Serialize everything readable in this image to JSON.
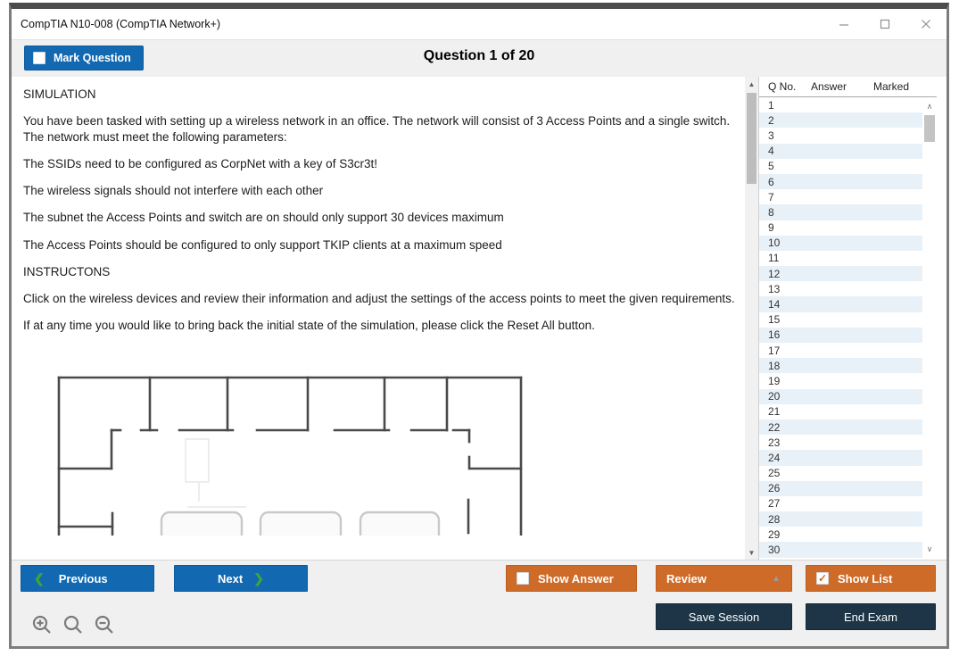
{
  "window": {
    "title": "CompTIA N10-008 (CompTIA Network+)",
    "controls": {
      "minimize": "–",
      "maximize": "▢",
      "close": "✕"
    }
  },
  "header": {
    "mark_question_label": "Mark Question",
    "mark_question_checked": false,
    "question_counter": "Question 1 of 20"
  },
  "question": {
    "paragraphs": [
      "SIMULATION",
      "You have been tasked with setting up a wireless network in an office. The network will consist of 3 Access Points and a single switch. The network must meet the following parameters:",
      "The SSIDs need to be configured as CorpNet with a key of S3cr3t!",
      "The wireless signals should not interfere with each other",
      "The subnet the Access Points and switch are on should only support 30 devices maximum",
      "The Access Points should be configured to only support TKIP clients at a maximum speed",
      "INSTRUCTONS",
      "Click on the wireless devices and review their information and adjust the settings of the access points to meet the given requirements.",
      "If at any time you would like to bring back the initial state of the simulation, please click the Reset All button."
    ]
  },
  "question_list": {
    "columns": {
      "q_no": "Q No.",
      "answer": "Answer",
      "marked": "Marked"
    },
    "rows": [
      {
        "q": "1",
        "answer": "",
        "marked": ""
      },
      {
        "q": "2",
        "answer": "",
        "marked": ""
      },
      {
        "q": "3",
        "answer": "",
        "marked": ""
      },
      {
        "q": "4",
        "answer": "",
        "marked": ""
      },
      {
        "q": "5",
        "answer": "",
        "marked": ""
      },
      {
        "q": "6",
        "answer": "",
        "marked": ""
      },
      {
        "q": "7",
        "answer": "",
        "marked": ""
      },
      {
        "q": "8",
        "answer": "",
        "marked": ""
      },
      {
        "q": "9",
        "answer": "",
        "marked": ""
      },
      {
        "q": "10",
        "answer": "",
        "marked": ""
      },
      {
        "q": "11",
        "answer": "",
        "marked": ""
      },
      {
        "q": "12",
        "answer": "",
        "marked": ""
      },
      {
        "q": "13",
        "answer": "",
        "marked": ""
      },
      {
        "q": "14",
        "answer": "",
        "marked": ""
      },
      {
        "q": "15",
        "answer": "",
        "marked": ""
      },
      {
        "q": "16",
        "answer": "",
        "marked": ""
      },
      {
        "q": "17",
        "answer": "",
        "marked": ""
      },
      {
        "q": "18",
        "answer": "",
        "marked": ""
      },
      {
        "q": "19",
        "answer": "",
        "marked": ""
      },
      {
        "q": "20",
        "answer": "",
        "marked": ""
      },
      {
        "q": "21",
        "answer": "",
        "marked": ""
      },
      {
        "q": "22",
        "answer": "",
        "marked": ""
      },
      {
        "q": "23",
        "answer": "",
        "marked": ""
      },
      {
        "q": "24",
        "answer": "",
        "marked": ""
      },
      {
        "q": "25",
        "answer": "",
        "marked": ""
      },
      {
        "q": "26",
        "answer": "",
        "marked": ""
      },
      {
        "q": "27",
        "answer": "",
        "marked": ""
      },
      {
        "q": "28",
        "answer": "",
        "marked": ""
      },
      {
        "q": "29",
        "answer": "",
        "marked": ""
      },
      {
        "q": "30",
        "answer": "",
        "marked": ""
      }
    ]
  },
  "footer": {
    "previous_label": "Previous",
    "prev_chevron": "❮",
    "next_label": "Next",
    "next_chevron": "❯",
    "show_answer_label": "Show Answer",
    "show_answer_checked": false,
    "review_label": "Review",
    "review_dropdown_arrow": "▲",
    "show_list_label": "Show List",
    "show_list_checked": true,
    "save_session_label": "Save Session",
    "end_exam_label": "End Exam"
  },
  "scrollbars": {
    "up_arrow": "▲",
    "down_arrow": "▼",
    "side_up": "∧",
    "side_down": "∨"
  },
  "colors": {
    "primary_blue": "#1269B2",
    "orange": "#CE6B28",
    "dark_navy": "#1D3547",
    "chevron_green": "#3FA535",
    "row_alt": "#E9F1F8"
  }
}
